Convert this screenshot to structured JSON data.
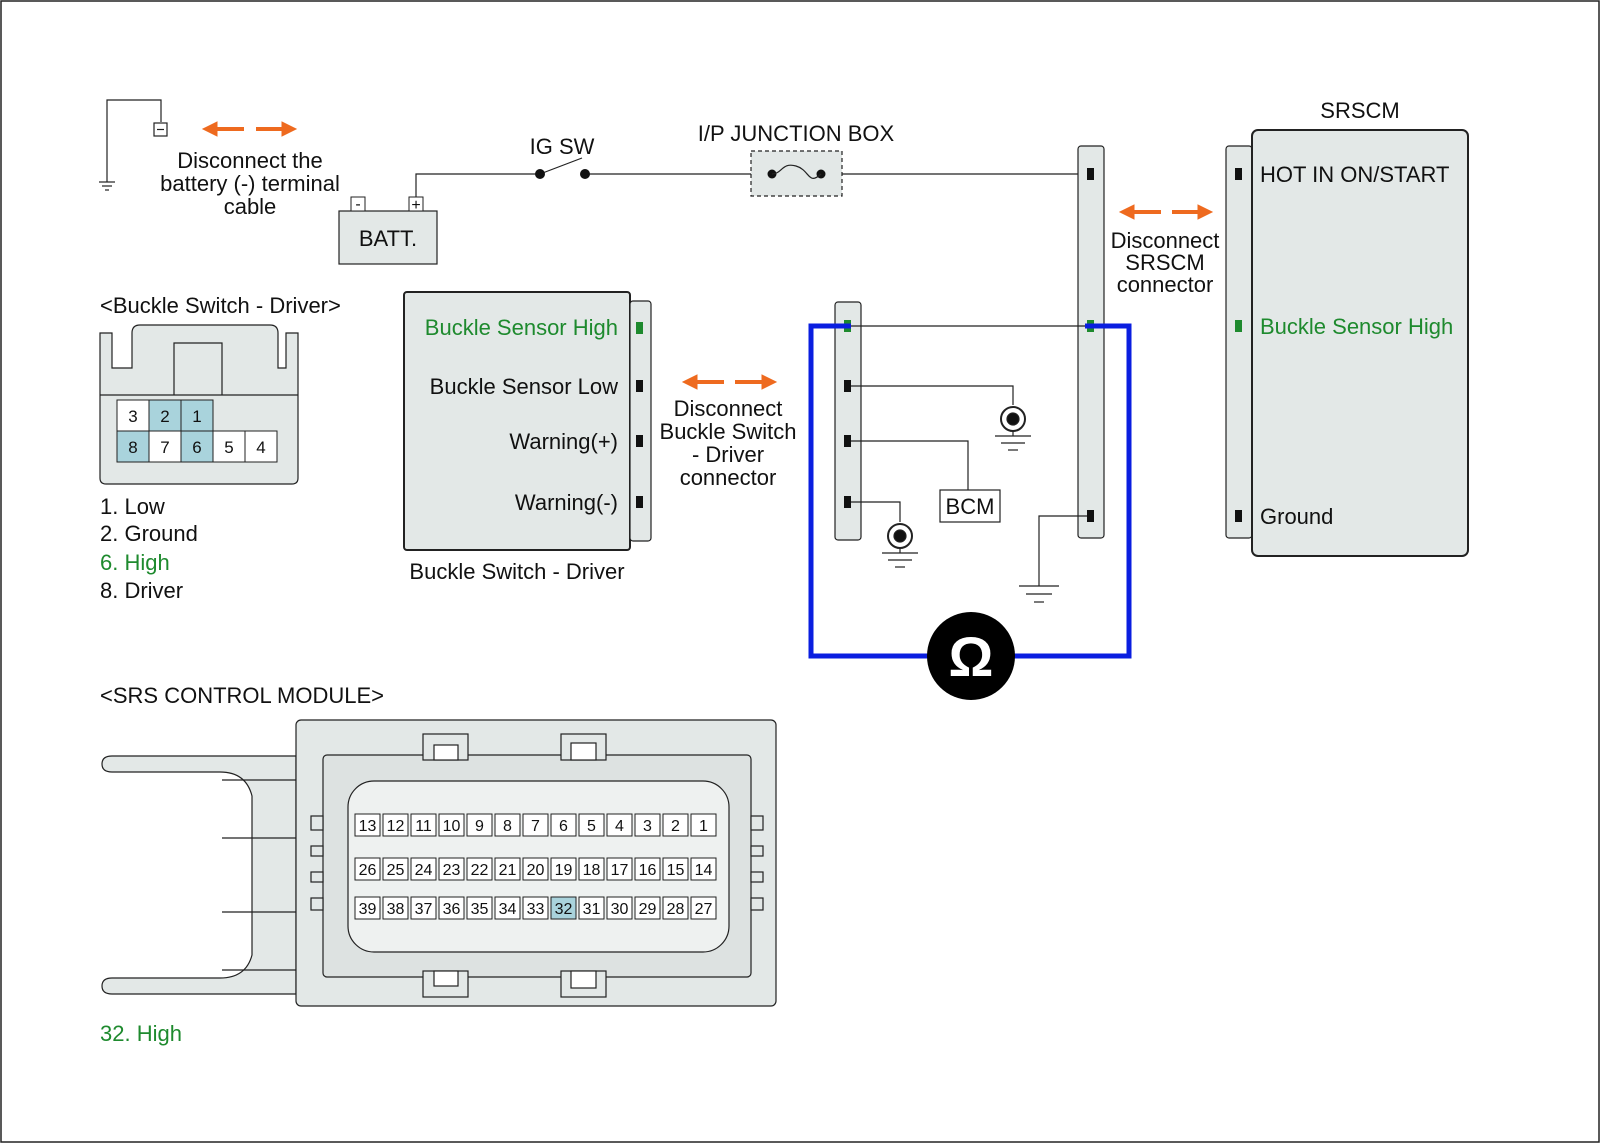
{
  "colors": {
    "green_text": "#1e8a2e",
    "meter_wire": "#0a1ee0",
    "disconnect_arrow": "#ee6a1f",
    "connector_fill": "#e3e8e7",
    "highlight_pin": "#a9d3dc"
  },
  "battery_disconnect": {
    "line1": "Disconnect the",
    "line2": "battery (-) terminal",
    "line3": "cable"
  },
  "battery": {
    "label": "BATT.",
    "neg": "-",
    "pos": "+"
  },
  "ig_sw": {
    "label": "IG SW"
  },
  "junction_box": {
    "label": "I/P JUNCTION BOX"
  },
  "srscm": {
    "title": "SRSCM",
    "pins": [
      "HOT IN ON/START",
      "Buckle Sensor High",
      "Ground"
    ]
  },
  "srscm_disconnect": {
    "line1": "Disconnect",
    "line2": "SRSCM",
    "line3": "connector"
  },
  "buckle_view": {
    "title": "<Buckle Switch - Driver>",
    "row1": [
      "3",
      "2",
      "1"
    ],
    "row2": [
      "8",
      "7",
      "6",
      "5",
      "4"
    ],
    "legend": [
      "1. Low",
      "2. Ground",
      "6. High",
      "8. Driver"
    ]
  },
  "buckle_switch": {
    "pins": [
      "Buckle Sensor High",
      "Buckle Sensor Low",
      "Warning(+)",
      "Warning(-)"
    ],
    "caption": "Buckle Switch - Driver"
  },
  "buckle_disconnect": {
    "line1": "Disconnect",
    "line2": "Buckle Switch",
    "line3": "- Driver",
    "line4": "connector"
  },
  "bcm": {
    "label": "BCM"
  },
  "meter": {
    "symbol": "Ω"
  },
  "srs_module": {
    "title": "<SRS CONTROL MODULE>",
    "row1": [
      "13",
      "12",
      "11",
      "10",
      "9",
      "8",
      "7",
      "6",
      "5",
      "4",
      "3",
      "2",
      "1"
    ],
    "row2": [
      "26",
      "25",
      "24",
      "23",
      "22",
      "21",
      "20",
      "19",
      "18",
      "17",
      "16",
      "15",
      "14"
    ],
    "row3": [
      "39",
      "38",
      "37",
      "36",
      "35",
      "34",
      "33",
      "32",
      "31",
      "30",
      "29",
      "28",
      "27"
    ],
    "highlight_pin": "32",
    "legend": "32. High"
  }
}
